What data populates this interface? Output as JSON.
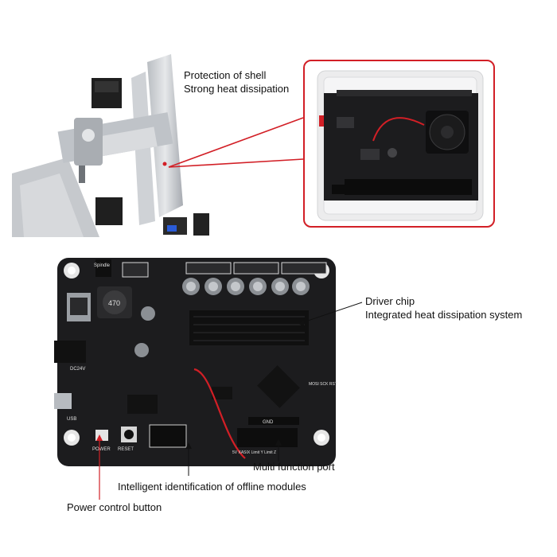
{
  "callouts": {
    "shell": {
      "line1": "Protection of shell",
      "line2": "Strong heat dissipation"
    },
    "driver": {
      "line1": "Driver chip",
      "line2": "Integrated heat dissipation system"
    },
    "multi_port": "Multi function port",
    "offline_modules": "Intelligent identification of offline modules",
    "power_button": "Power control button"
  },
  "board_labels": {
    "spindle": "Spindle",
    "inductor": "470",
    "dc_in": "DC24V",
    "usb": "USB",
    "power": "POWER",
    "reset": "RESET",
    "gnd": "GND",
    "limits": "5V XASIX Limit Y Limit Z",
    "isp": "MOSI SCK RST"
  },
  "colors": {
    "accent_red": "#d21f26",
    "pcb": "#1c1c1e",
    "heatsink": "#101010",
    "shell": "#e9e9ea",
    "rail": "#c9ccd0"
  }
}
